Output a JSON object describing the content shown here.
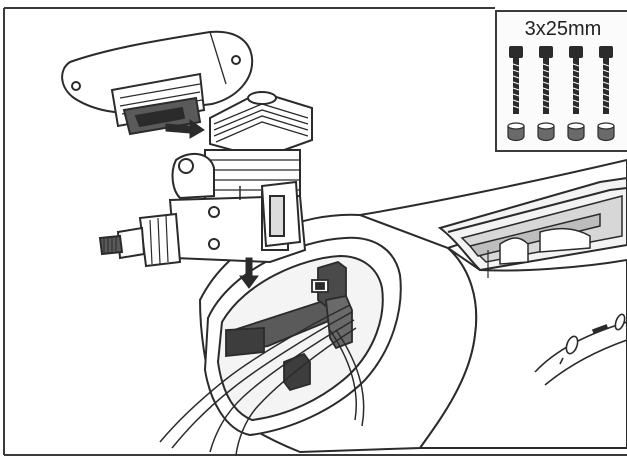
{
  "illustration": {
    "subject": "engine-mounting-diagram",
    "icons": [
      "engine-icon",
      "cowling-icon",
      "fuselage-icon",
      "screw-icon",
      "arrow-icon"
    ]
  },
  "screw_inset": {
    "label": "3x25mm",
    "screw_count": 4
  },
  "colors": {
    "line": "#2b2b2b",
    "shade_dark": "#4a4a4a",
    "shade_mid": "#9a9a9a",
    "shade_light": "#d7d7d7",
    "paper": "#ffffff"
  }
}
